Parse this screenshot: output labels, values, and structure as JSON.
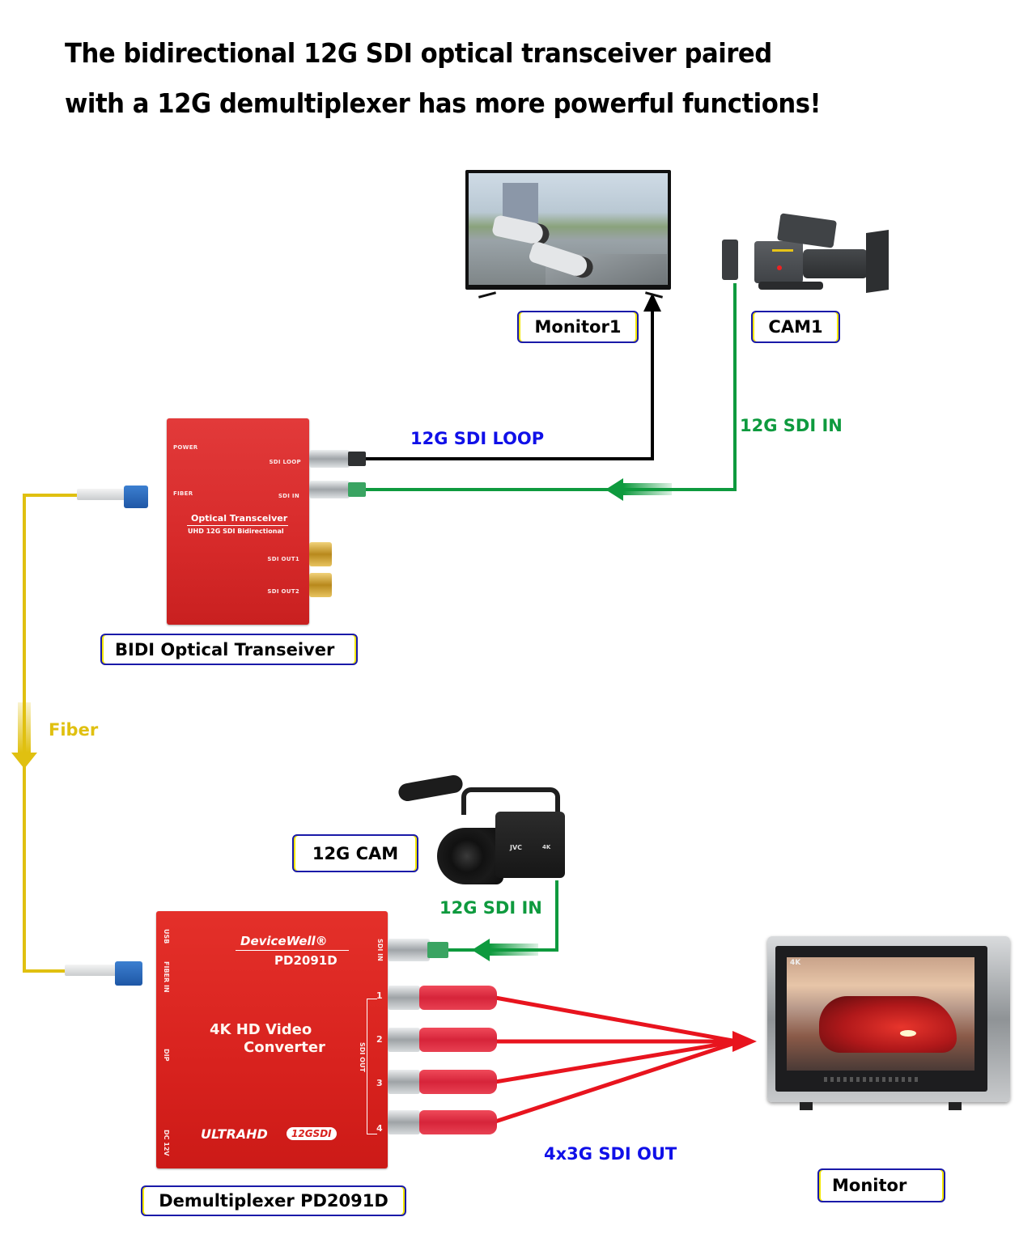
{
  "title": {
    "line1": "The bidirectional 12G SDI optical transceiver paired",
    "line2": "with a 12G demultiplexer has more powerful functions!"
  },
  "labels": {
    "monitor1": "Monitor1",
    "cam1": "CAM1",
    "bidi": "BIDI Optical  Transeiver",
    "cam12g": "12G CAM",
    "demux": "Demultiplexer PD2091D",
    "monitor": "Monitor"
  },
  "signals": {
    "loop": "12G SDI LOOP",
    "in_top": "12G SDI IN",
    "fiber": "Fiber",
    "in_bottom": "12G SDI IN",
    "out": "4x3G SDI OUT"
  },
  "colors": {
    "loop_text": "#1010e8",
    "out_text": "#1010e8",
    "sdi_in": "#0e9a3e",
    "fiber": "#e0c010",
    "sdi_out_cable": "#e8141e",
    "loop_cable": "#000000",
    "box_border": "#1a1aa8"
  },
  "transceiver": {
    "power": "POWER",
    "fiber": "FIBER",
    "sdi_loop": "SDI LOOP",
    "sdi_in": "SDI IN",
    "name": "Optical Transceiver",
    "subtitle": "UHD 12G SDI Bidirectional",
    "sdi_out1": "SDI OUT1",
    "sdi_out2": "SDI OUT2"
  },
  "demultiplexer": {
    "brand": "DeviceWell®",
    "model": "PD2091D",
    "name_line1": "4K  HD Video",
    "name_line2": "Converter",
    "badge_main": "ULTRAHD",
    "badge_pill": "12GSDI",
    "usb": "USB",
    "fiber_in": "FIBER IN",
    "dip": "DIP",
    "dc": "DC 12V",
    "sdi_in": "SDI IN",
    "sdi_out": "SDI OUT",
    "ports": [
      "1",
      "2",
      "3",
      "4"
    ]
  },
  "monitor_screen": {
    "badge": "4K"
  },
  "camcorder": {
    "brand": "JVC",
    "badge": "4K"
  }
}
